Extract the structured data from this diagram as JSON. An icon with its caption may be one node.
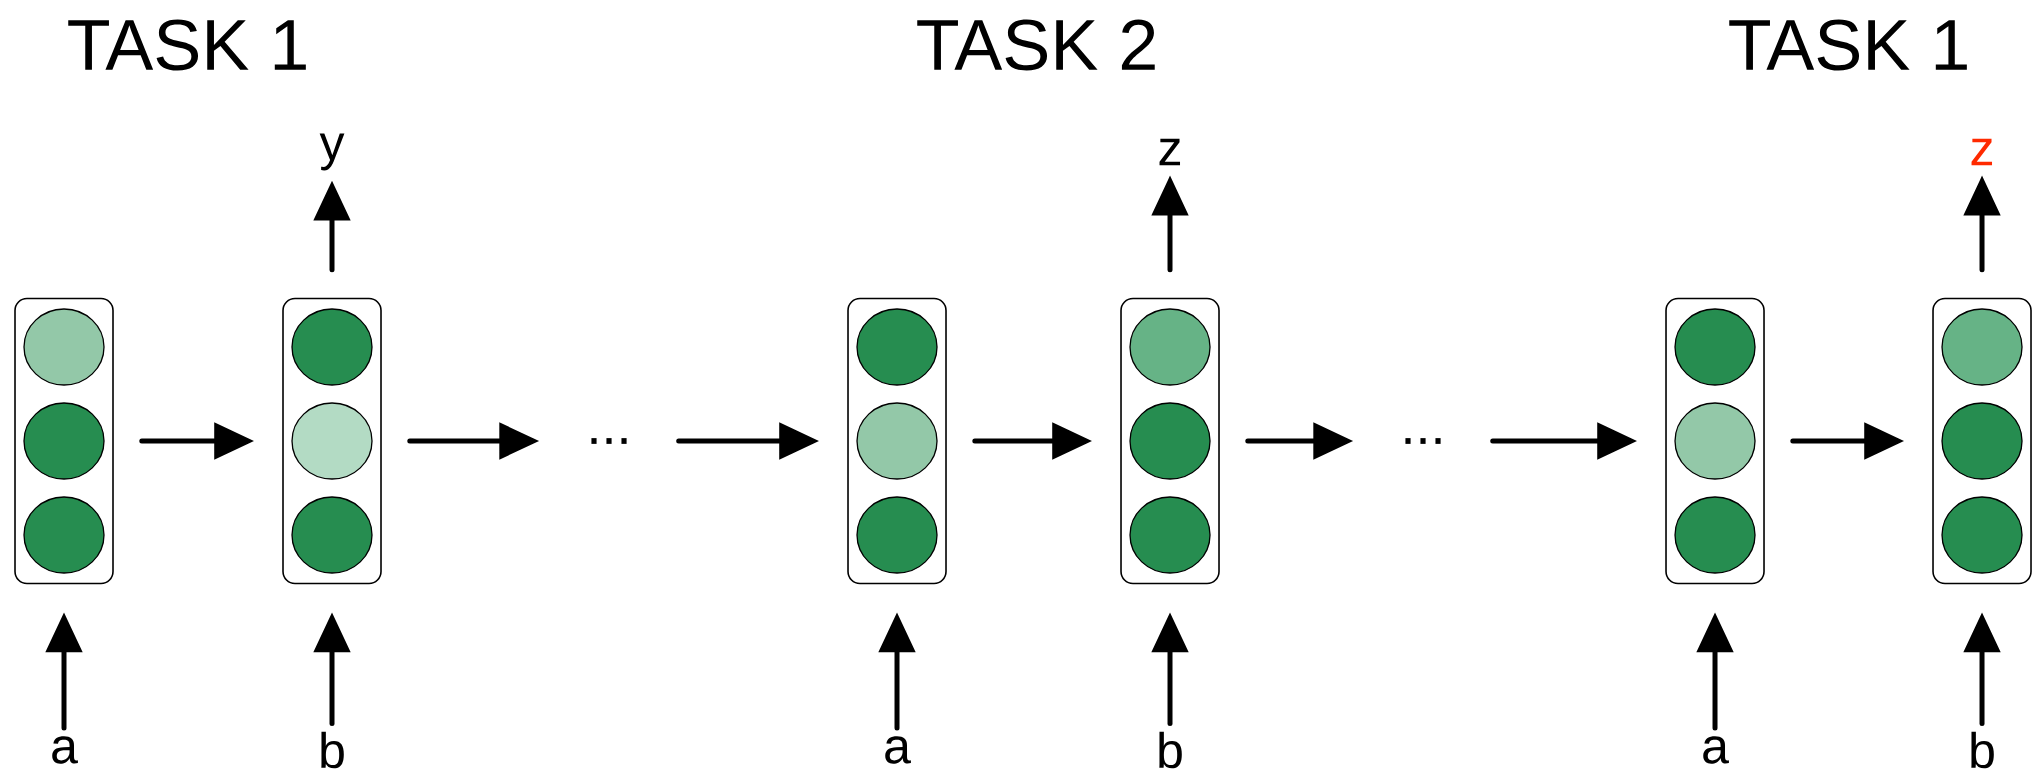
{
  "diagram": {
    "nodes": [
      {
        "text": [],
        "shape": "box"
      },
      {
        "text": [],
        "shape": "circle",
        "in": 0
      },
      {
        "text": [],
        "shape": "circle",
        "in": 0
      },
      {
        "text": [],
        "shape": "circle",
        "in": 0
      },
      {
        "text": [],
        "shape": "box"
      },
      {
        "text": [],
        "shape": "circle",
        "in": 4
      },
      {
        "text": [],
        "shape": "circle",
        "in": 4
      },
      {
        "text": [],
        "shape": "circle",
        "in": 4
      },
      {
        "text": [
          "..."
        ]
      },
      {
        "text": [],
        "shape": "box"
      },
      {
        "text": [],
        "shape": "circle",
        "in": 9
      },
      {
        "text": [],
        "shape": "circle",
        "in": 9
      },
      {
        "text": [],
        "shape": "circle",
        "in": 9
      },
      {
        "text": [],
        "shape": "box"
      },
      {
        "text": [],
        "shape": "circle",
        "in": 13
      },
      {
        "text": [],
        "shape": "circle",
        "in": 13
      },
      {
        "text": [],
        "shape": "circle",
        "in": 13
      },
      {
        "text": [
          "..."
        ]
      },
      {
        "text": [],
        "shape": "box"
      },
      {
        "text": [],
        "shape": "circle",
        "in": 18
      },
      {
        "text": [],
        "shape": "circle",
        "in": 18
      },
      {
        "text": [],
        "shape": "circle",
        "in": 18
      },
      {
        "text": [],
        "shape": "box"
      },
      {
        "text": [],
        "shape": "circle",
        "in": 22
      },
      {
        "text": [],
        "shape": "circle",
        "in": 22
      },
      {
        "text": [],
        "shape": "circle",
        "in": 22
      },
      {
        "text": [
          "y"
        ]
      },
      {
        "text": [
          "z"
        ]
      },
      {
        "text": [
          "z"
        ]
      },
      {
        "text": [
          "a"
        ]
      },
      {
        "text": [
          "b"
        ]
      },
      {
        "text": [
          "a"
        ]
      },
      {
        "text": [
          "b"
        ]
      },
      {
        "text": [
          "a"
        ]
      },
      {
        "text": [
          "b"
        ]
      }
    ],
    "edges": [
      {
        "from": 0,
        "to": 4,
        "arrow": "to"
      },
      {
        "from": 4,
        "to": 8,
        "arrow": "to"
      },
      {
        "from": 8,
        "to": 9,
        "arrow": "to"
      },
      {
        "from": 9,
        "to": 13,
        "arrow": "to"
      },
      {
        "from": 13,
        "to": 17,
        "arrow": "to"
      },
      {
        "from": 17,
        "to": 18,
        "arrow": "to"
      },
      {
        "from": 18,
        "to": 22,
        "arrow": "to"
      },
      {
        "from": 4,
        "to": 26,
        "arrow": "to"
      },
      {
        "from": 13,
        "to": 27,
        "arrow": "to"
      },
      {
        "from": 22,
        "to": 28,
        "arrow": "to"
      },
      {
        "from": 29,
        "to": 0,
        "arrow": "to"
      },
      {
        "from": 30,
        "to": 4,
        "arrow": "to"
      },
      {
        "from": 31,
        "to": 9,
        "arrow": "to"
      },
      {
        "from": 32,
        "to": 13,
        "arrow": "to"
      },
      {
        "from": 33,
        "to": 18,
        "arrow": "to"
      },
      {
        "from": 34,
        "to": 22,
        "arrow": "to"
      }
    ],
    "labels": [
      "TASK 1",
      "TASK 2",
      "TASK 1"
    ]
  }
}
